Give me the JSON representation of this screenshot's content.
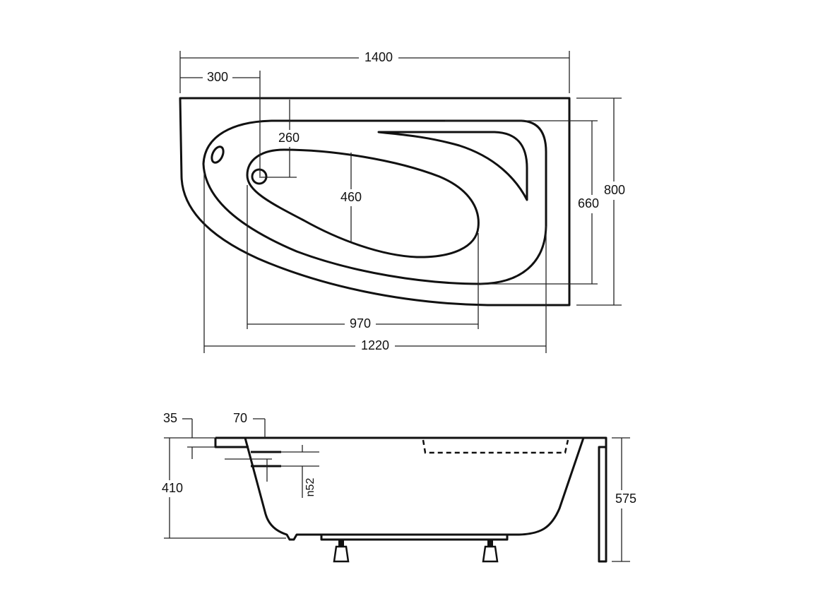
{
  "top_view": {
    "overall_length": "1400",
    "drain_offset_x": "300",
    "drain_offset_y": "260",
    "inner_width": "460",
    "inner_length": "970",
    "rim_length": "1220",
    "rim_width": "660",
    "overall_width": "800"
  },
  "side_view": {
    "rim_thickness": "35",
    "rim_offset": "70",
    "overflow_height": "n52",
    "tub_depth": "410",
    "overall_height": "575"
  },
  "colors": {
    "line": "#111111",
    "background": "#ffffff"
  }
}
